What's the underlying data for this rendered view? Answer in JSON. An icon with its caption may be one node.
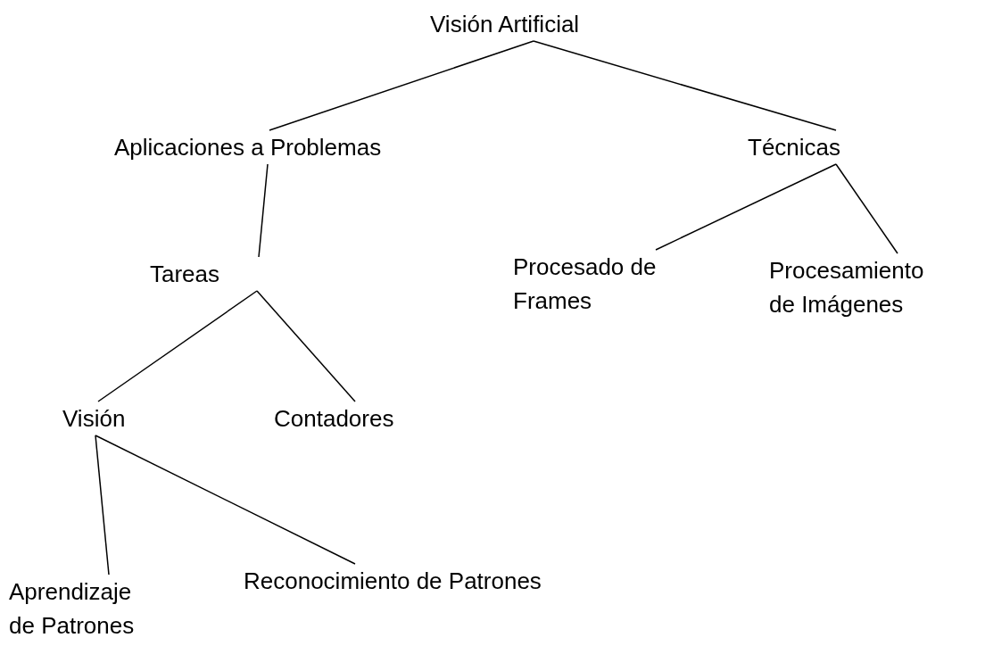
{
  "diagram": {
    "nodes": [
      {
        "text": [
          "Visión Artificial"
        ]
      },
      {
        "text": [
          "Aplicaciones a Problemas"
        ]
      },
      {
        "text": [
          "Técnicas"
        ]
      },
      {
        "text": [
          "Tareas"
        ]
      },
      {
        "text": [
          "Procesado de Frames"
        ]
      },
      {
        "text": [
          "Procesamiento de Imágenes"
        ]
      },
      {
        "text": [
          "Visión"
        ]
      },
      {
        "text": [
          "Contadores"
        ]
      },
      {
        "text": [
          "Aprendizaje de Patrones"
        ]
      },
      {
        "text": [
          "Reconocimiento de Patrones"
        ]
      }
    ],
    "edges": [
      {
        "from": 0,
        "to": 1,
        "arrow": "none"
      },
      {
        "from": 0,
        "to": 2,
        "arrow": "none"
      },
      {
        "from": 1,
        "to": 3,
        "arrow": "none"
      },
      {
        "from": 2,
        "to": 4,
        "arrow": "none"
      },
      {
        "from": 2,
        "to": 5,
        "arrow": "none"
      },
      {
        "from": 3,
        "to": 6,
        "arrow": "none"
      },
      {
        "from": 3,
        "to": 7,
        "arrow": "none"
      },
      {
        "from": 6,
        "to": 8,
        "arrow": "none"
      },
      {
        "from": 6,
        "to": 9,
        "arrow": "none"
      }
    ]
  }
}
